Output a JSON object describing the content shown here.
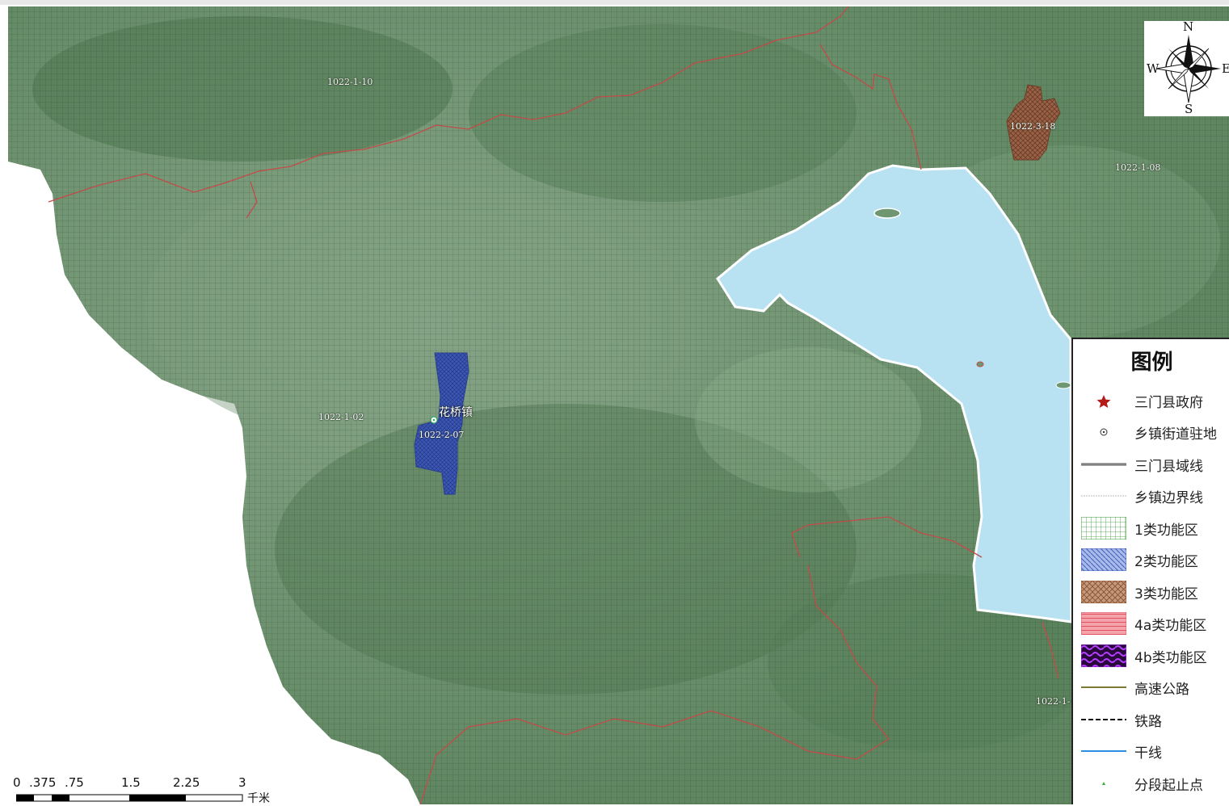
{
  "zone_labels": [
    {
      "id": "1022-1-10",
      "text": "1022-1-10"
    },
    {
      "id": "1022-3-18",
      "text": "1022-3-18"
    },
    {
      "id": "1022-1-08",
      "text": "1022-1-08"
    },
    {
      "id": "1022-1-02",
      "text": "1022-1-02"
    },
    {
      "id": "1022-2-07",
      "text": "1022-2-07"
    },
    {
      "id": "1022-1-partial",
      "text": "1022-1-"
    }
  ],
  "town_label": "花桥镇",
  "compass": {
    "n": "N",
    "s": "S",
    "e": "E",
    "w": "W"
  },
  "legend": {
    "title": "图例",
    "items": [
      {
        "key": "gov",
        "label": "三门县政府",
        "symbol": "star-icon",
        "color": "#b51a1a"
      },
      {
        "key": "town",
        "label": "乡镇街道驻地",
        "symbol": "circle-dot-icon",
        "color": "#333333"
      },
      {
        "key": "county-line",
        "label": "三门县域线",
        "symbol": "line",
        "color": "#555555"
      },
      {
        "key": "town-line",
        "label": "乡镇边界线",
        "symbol": "thin-line",
        "color": "#bbbbbb"
      },
      {
        "key": "zone1",
        "label": "1类功能区",
        "symbol": "grid-fill",
        "color": "#3a9a3a"
      },
      {
        "key": "zone2",
        "label": "2类功能区",
        "symbol": "diagonal-fill",
        "color": "#3f5fb8"
      },
      {
        "key": "zone3",
        "label": "3类功能区",
        "symbol": "crosshatch-fill",
        "color": "#a0623f"
      },
      {
        "key": "zone4a",
        "label": "4a类功能区",
        "symbol": "stripe-fill",
        "color": "#e9707a"
      },
      {
        "key": "zone4b",
        "label": "4b类功能区",
        "symbol": "wave-fill",
        "color": "#8e1fd6"
      },
      {
        "key": "highway",
        "label": "高速公路",
        "symbol": "line",
        "color": "#7a7a33"
      },
      {
        "key": "railway",
        "label": "铁路",
        "symbol": "dashed-line",
        "color": "#111111"
      },
      {
        "key": "trunk",
        "label": "干线",
        "symbol": "line",
        "color": "#2b8ee0"
      },
      {
        "key": "segment",
        "label": "分段起止点",
        "symbol": "triangle-dot-icon",
        "color": "#2fb52f"
      }
    ]
  },
  "scalebar": {
    "ticks": [
      "0",
      ".375",
      ".75",
      "1.5",
      "2.25",
      "3"
    ],
    "unit": "千米"
  },
  "colors": {
    "terrain_base": "#6e9670",
    "terrain_dark": "#4f7650",
    "terrain_light": "#8fb08c",
    "water": "#b8e2f2",
    "boundary": "#c44a4a",
    "zone2": "#3e59b4",
    "zone3": "#9a6146"
  }
}
